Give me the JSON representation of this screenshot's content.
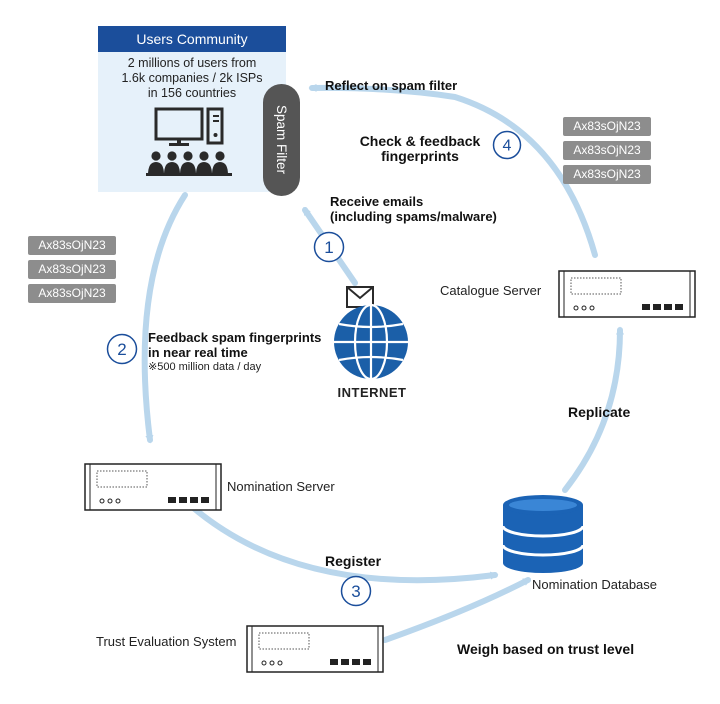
{
  "community": {
    "title": "Users Community",
    "desc_lines": [
      "2 millions of users from",
      "1.6k companies / 2k ISPs",
      "in 156 countries"
    ]
  },
  "spam_filter": {
    "label": "Spam Filter"
  },
  "fingerprint_tags": {
    "left": [
      "Ax83sOjN23",
      "Ax83sOjN23",
      "Ax83sOjN23"
    ],
    "right": [
      "Ax83sOjN23",
      "Ax83sOjN23",
      "Ax83sOjN23"
    ]
  },
  "steps": {
    "one": {
      "number": "1",
      "lines": [
        "Receive emails",
        "(including spams/malware)"
      ]
    },
    "two": {
      "number": "2",
      "lines": [
        "Feedback spam fingerprints",
        "in near real time"
      ],
      "note": "※500 million data / day"
    },
    "three": {
      "number": "3",
      "label": "Register"
    },
    "four": {
      "number": "4",
      "lines": [
        "Check & feedback",
        "fingerprints"
      ]
    }
  },
  "labels": {
    "reflect": "Reflect on spam filter",
    "replicate": "Replicate",
    "weigh": "Weigh based on trust level",
    "internet": "INTERNET"
  },
  "nodes": {
    "catalogue_server": "Catalogue Server",
    "nomination_server": "Nomination Server",
    "nomination_database": "Nomination Database",
    "trust_evaluation": "Trust Evaluation System"
  },
  "colors": {
    "flow_arrow": "#b9d6ec",
    "step_circle_border": "#1b4e9b",
    "step_number": "#1b4e9b",
    "community_header": "#1b4e9b",
    "community_bg": "#e6f1fa",
    "globe": "#1b5fa8",
    "database": "#1b63b5",
    "pill": "#555555",
    "tag": "#8d8d8d"
  }
}
